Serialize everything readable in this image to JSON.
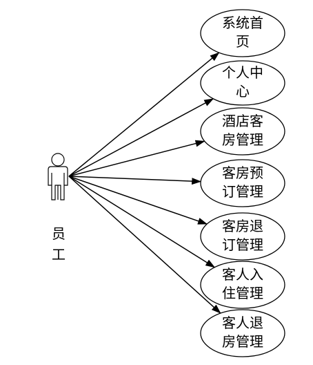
{
  "actor": {
    "label_line1": "员",
    "label_line2": "工"
  },
  "use_cases": [
    {
      "line1": "系统首",
      "line2": "页"
    },
    {
      "line1": "个人中",
      "line2": "心"
    },
    {
      "line1": "酒店客",
      "line2": "房管理"
    },
    {
      "line1": "客房预",
      "line2": "订管理"
    },
    {
      "line1": "客房退",
      "line2": "订管理"
    },
    {
      "line1": "客人入",
      "line2": "住管理"
    },
    {
      "line1": "客人退",
      "line2": "房管理"
    }
  ],
  "colors": {
    "stroke": "#000000",
    "background": "#ffffff"
  }
}
